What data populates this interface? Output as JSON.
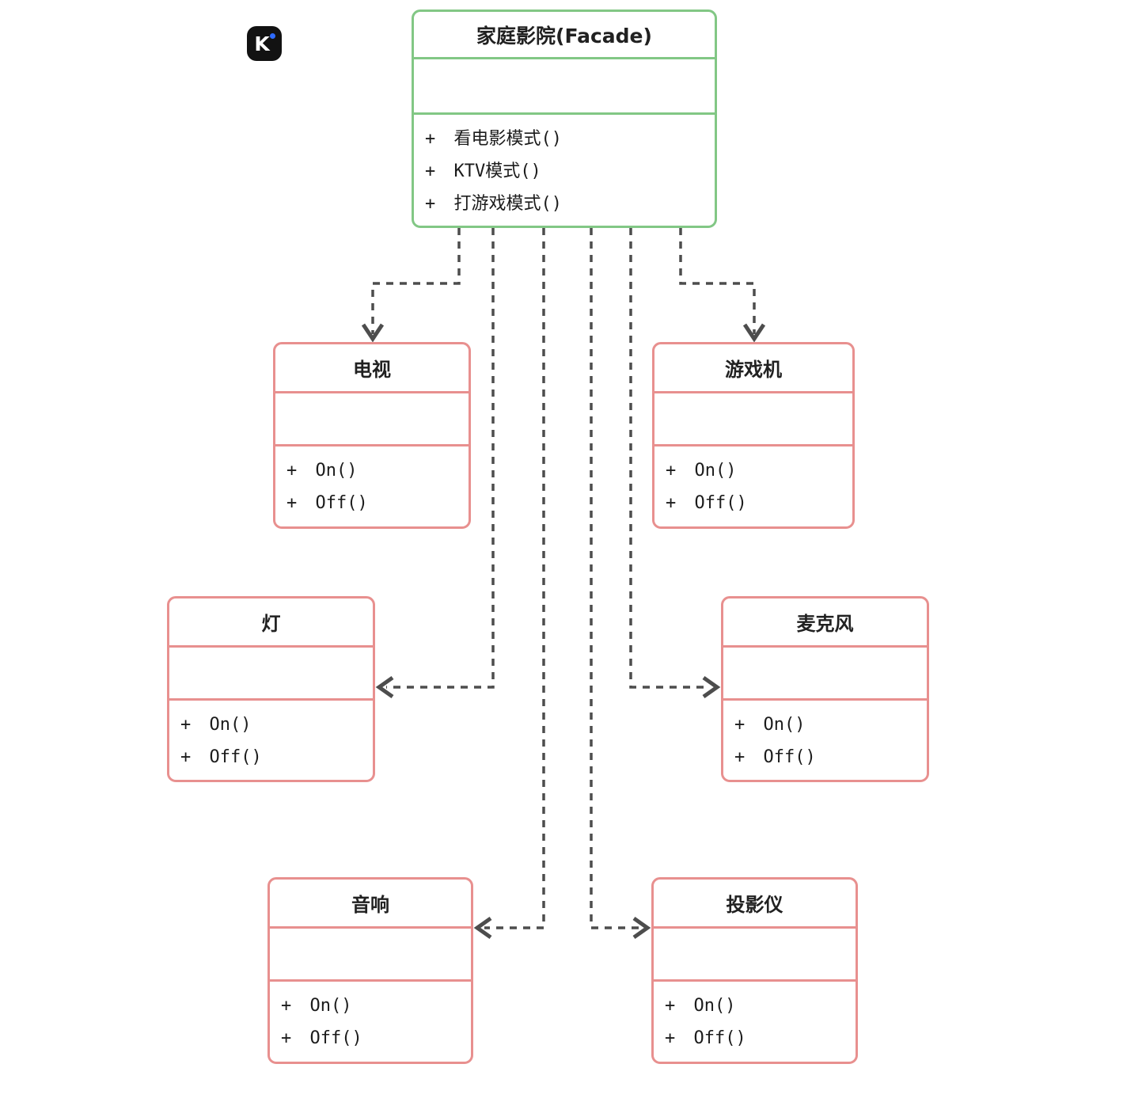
{
  "diagram": {
    "facade": {
      "title": "家庭影院(Facade)",
      "attributes": [],
      "methods": [
        "+ 看电影模式()",
        "+ KTV模式()",
        "+ 打游戏模式()"
      ]
    },
    "classes": [
      {
        "id": "tv",
        "title": "电视",
        "methods": [
          "+ On()",
          "+ Off()"
        ]
      },
      {
        "id": "game-console",
        "title": "游戏机",
        "methods": [
          "+ On()",
          "+ Off()"
        ]
      },
      {
        "id": "light",
        "title": "灯",
        "methods": [
          "+ On()",
          "+ Off()"
        ]
      },
      {
        "id": "microphone",
        "title": "麦克风",
        "methods": [
          "+ On()",
          "+ Off()"
        ]
      },
      {
        "id": "speaker",
        "title": "音响",
        "methods": [
          "+ On()",
          "+ Off()"
        ]
      },
      {
        "id": "projector",
        "title": "投影仪",
        "methods": [
          "+ On()",
          "+ Off()"
        ]
      }
    ],
    "relations": [
      "facade-to-tv",
      "facade-to-light",
      "facade-to-speaker",
      "facade-to-projector",
      "facade-to-microphone",
      "facade-to-game-console"
    ],
    "colors": {
      "facade_border": "#82c785",
      "subsystem_border": "#e8908f",
      "connector": "#4d4d4d",
      "text": "#1c1c1c",
      "logo_background": "#121212",
      "logo_dot": "#2e6bff"
    },
    "logo": {
      "letter": "K"
    }
  }
}
